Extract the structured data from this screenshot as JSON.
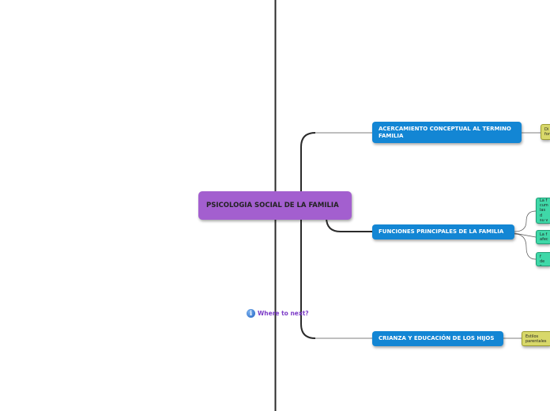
{
  "central": {
    "label": "PSICOLOGIA SOCIAL DE LA FAMILIA"
  },
  "branches": [
    {
      "label": "ACERCAMIENTO CONCEPTUAL AL TERMINO FAMILIA"
    },
    {
      "label": "FUNCIONES PRINCIPALES DE LA FAMILIA"
    },
    {
      "label": "CRIANZA Y EDUCACIÓN DE LOS HIJOS"
    }
  ],
  "leaves": [
    {
      "label": "Di\nfor"
    },
    {
      "label": "La f\ncum\nlas d\nsu v"
    },
    {
      "label": "La f\nafec"
    },
    {
      "label": "La f\nde s"
    },
    {
      "label": "Estilos\nparentales"
    }
  ],
  "where_to_next": {
    "label": "Where to next?"
  },
  "colors": {
    "central": "#a35fcf",
    "branch": "#1386d4",
    "leaf_yellow": "#d8d86a",
    "leaf_green": "#3fd8a8",
    "connector": "#2b2b2b",
    "link_text": "#7d3cc7"
  }
}
